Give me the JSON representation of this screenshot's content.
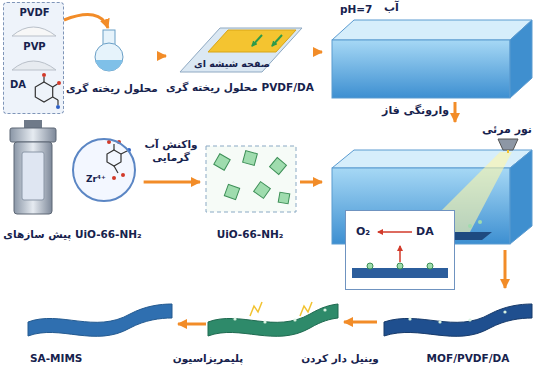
{
  "diagram": {
    "nodes": [
      {
        "text": [
          "PVDF",
          "PVP",
          "DA"
        ]
      },
      {
        "text": [
          "محلول ریخته گری"
        ]
      },
      {
        "text": [
          "صفحه شیشه ای",
          "محلول ریخته گری PVDF/DA"
        ]
      },
      {
        "text": [
          "pH=7",
          "آب"
        ]
      },
      {
        "text": [
          "پیش سازهای UiO-66-NH₂"
        ]
      },
      {
        "text": [
          "Zr⁴⁺"
        ],
        "in": 4
      },
      {
        "text": [
          "UiO-66-NH₂"
        ]
      },
      {
        "text": [
          "نور مرئی"
        ]
      },
      {
        "text": [
          "O₂",
          "DA"
        ]
      },
      {
        "text": [
          "MOF/PVDF/DA"
        ]
      },
      {
        "text": [
          "SA-MIMS"
        ]
      }
    ],
    "edges": [
      {
        "from": 0,
        "to": 1,
        "arrow": "to"
      },
      {
        "from": 1,
        "to": 2,
        "arrow": "to"
      },
      {
        "from": 2,
        "to": 3,
        "arrow": "to"
      },
      {
        "from": 3,
        "to": 7,
        "label": "وارونگی فاز",
        "arrow": "to"
      },
      {
        "from": 4,
        "to": 6,
        "label": "واکنش آب گرمایی",
        "arrow": "to"
      },
      {
        "from": 6,
        "to": 7,
        "arrow": "to"
      },
      {
        "from": 7,
        "to": 9,
        "arrow": "to"
      }
    ],
    "labels": [
      "وینیل دار کردن",
      "پلیمریزاسیون"
    ]
  }
}
